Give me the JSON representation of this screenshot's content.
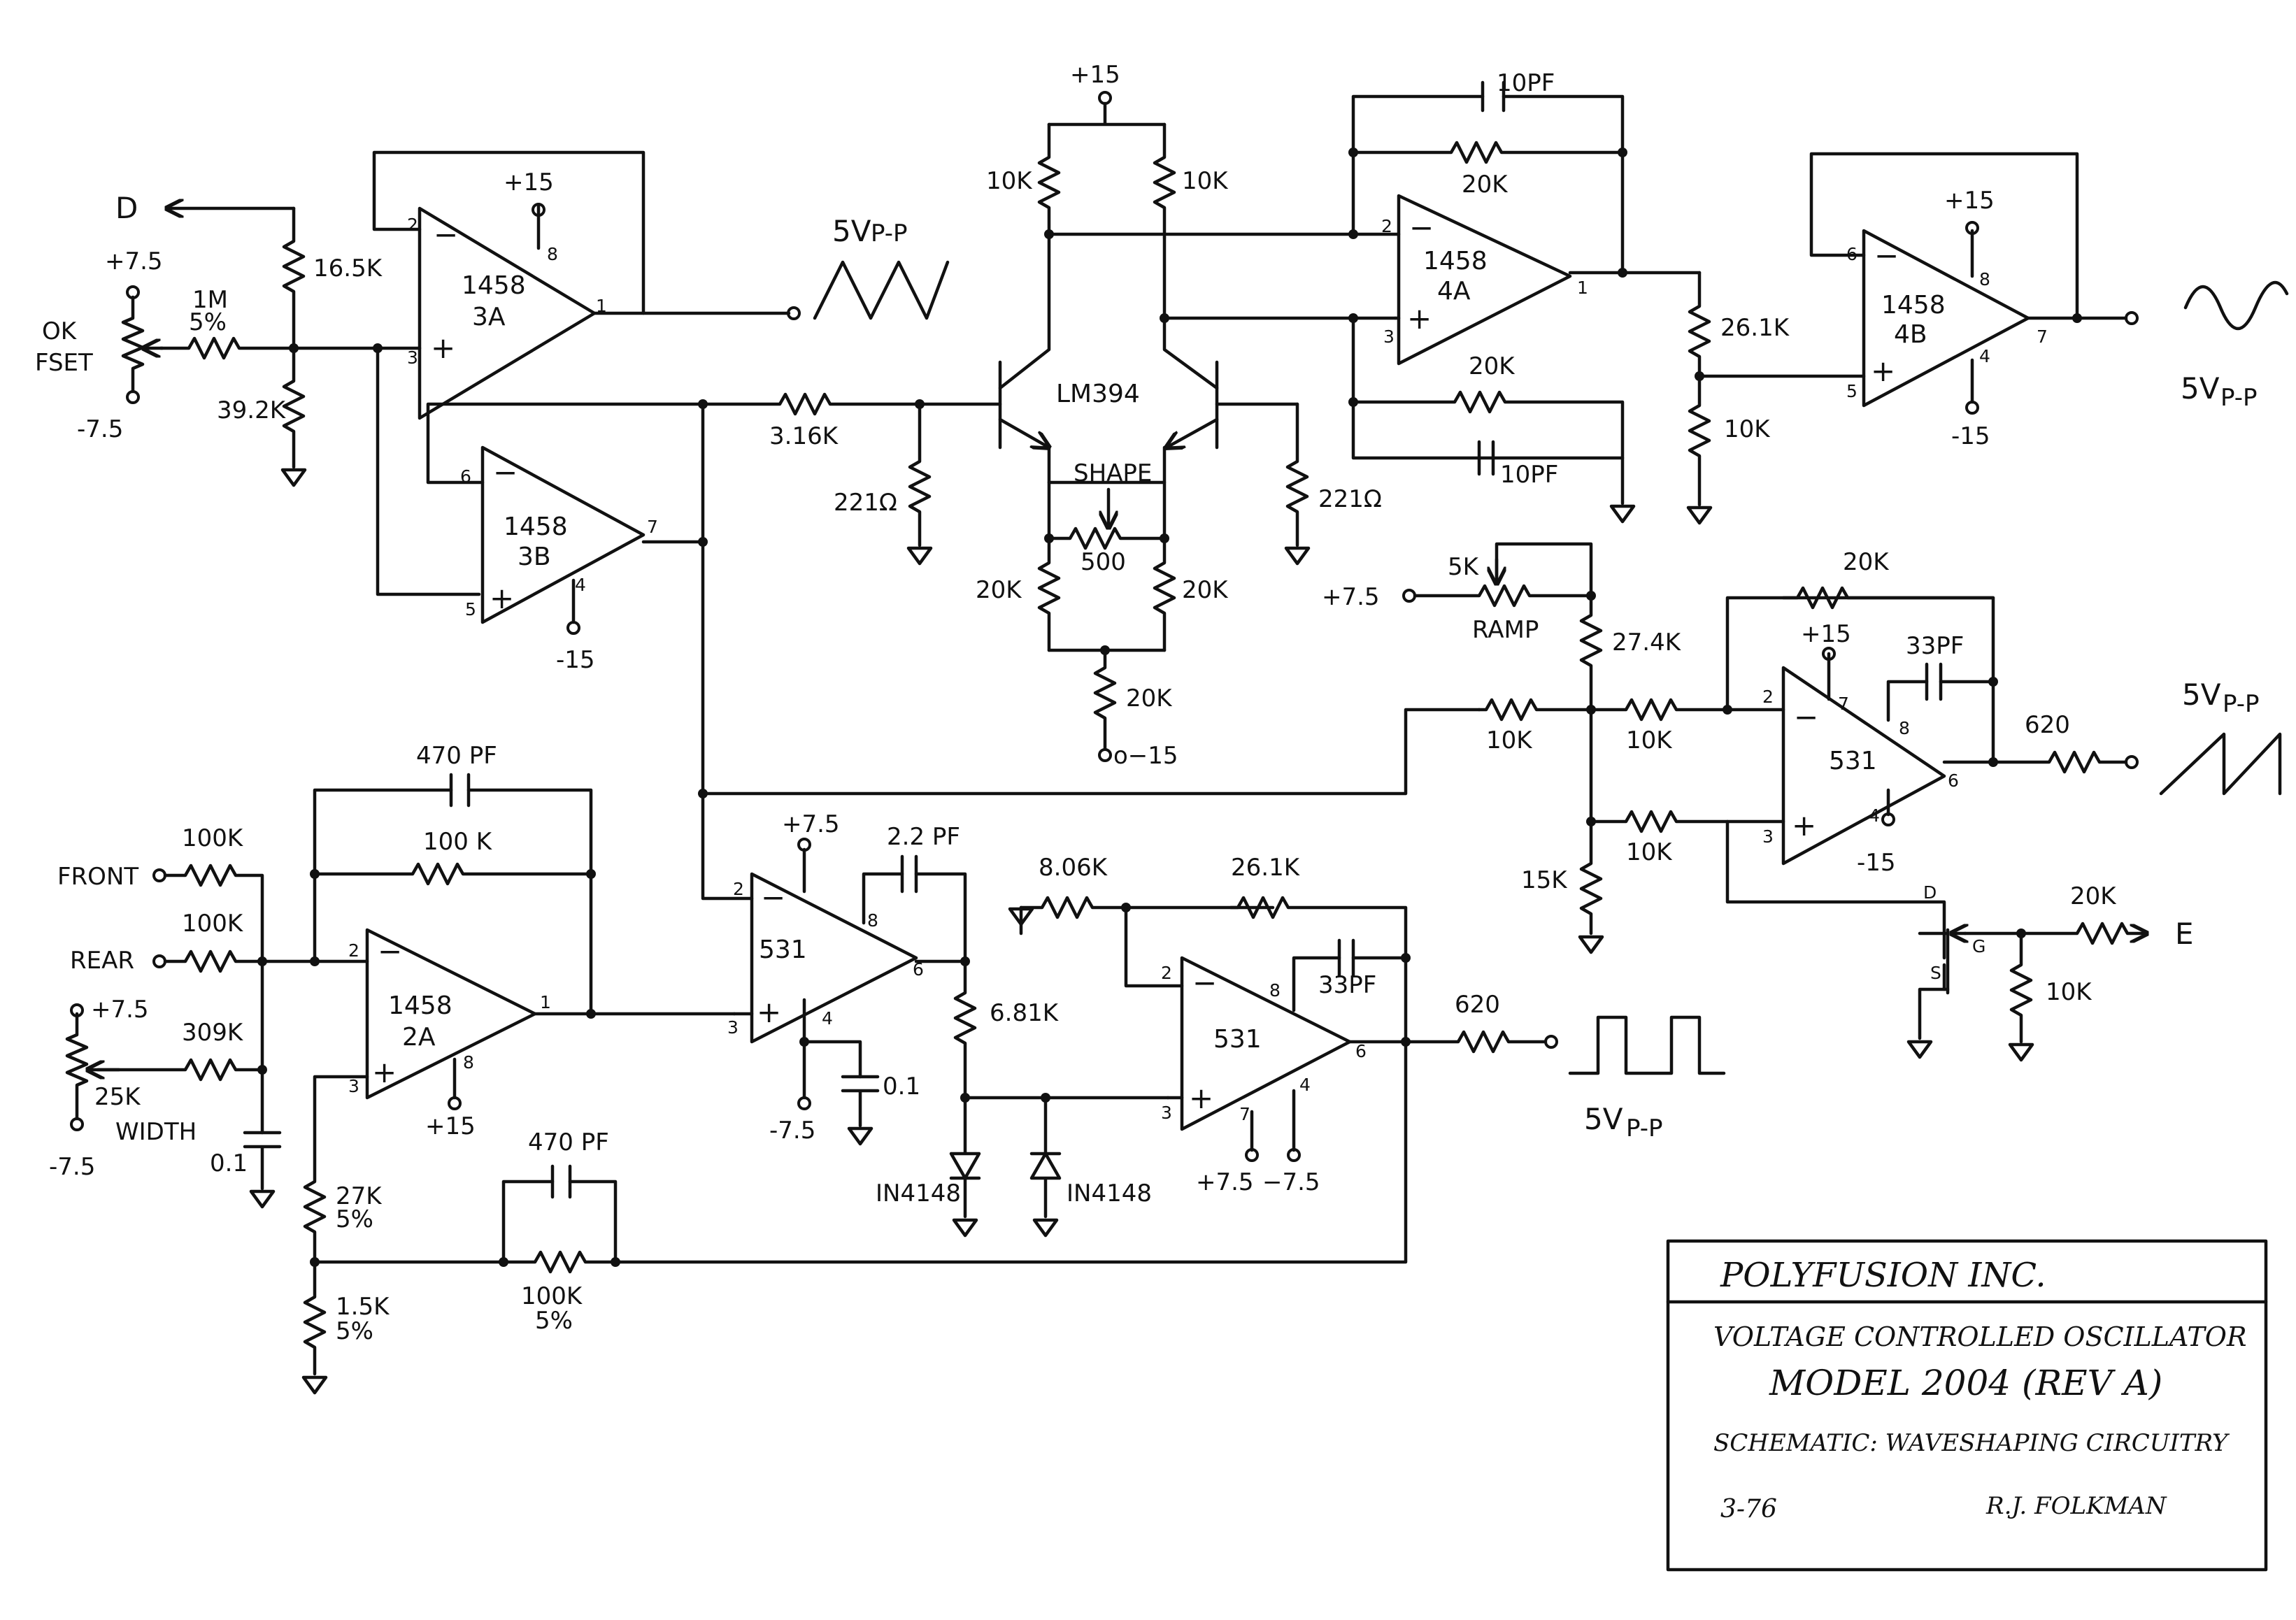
{
  "opamps": [
    {
      "id": "3A",
      "part": "1458",
      "unit": "3A"
    },
    {
      "id": "3B",
      "part": "1458",
      "unit": "3B"
    },
    {
      "id": "4A",
      "part": "1458",
      "unit": "4A"
    },
    {
      "id": "4B",
      "part": "1458",
      "unit": "4B"
    },
    {
      "id": "2A",
      "part": "1458",
      "unit": "2A"
    },
    {
      "id": "u531a",
      "part": "531"
    },
    {
      "id": "u531b",
      "part": "531"
    },
    {
      "id": "u531c",
      "part": "531"
    }
  ],
  "pins": {
    "p1": "1",
    "p2": "2",
    "p3": "3",
    "p4": "4",
    "p5": "5",
    "p6": "6",
    "p7": "7",
    "p8": "8",
    "plus": "+",
    "minus": "−",
    "d": "D",
    "s": "S",
    "g": "G"
  },
  "supplies": {
    "p15": "+15",
    "m15": "-15",
    "p75": "+7.5",
    "m75": "-7.5",
    "m75b": "−7.5",
    "m15b": "o−15"
  },
  "components": {
    "r16_5k": "16.5K",
    "r1m": "1M",
    "r1m_tol": "5%",
    "r39_2k": "39.2K",
    "pot_offset_a": "OK",
    "pot_offset_b": "FSET",
    "r10k_a": "10K",
    "r10k_b": "10K",
    "r3_16k": "3.16K",
    "r221a": "221Ω",
    "r221b": "221Ω",
    "shape_label": "SHAPE",
    "pot500": "500",
    "r20k_a": "20K",
    "r20k_b": "20K",
    "r20k_c": "20K",
    "transistor": "LM394",
    "c10pf_a": "10PF",
    "r20k_fb": "20K",
    "r20k_in": "20K",
    "c10pf_b": "10PF",
    "r26_1k_a": "26.1K",
    "r10k_c": "10K",
    "pot5k": "5K",
    "ramp_label": "RAMP",
    "r27_4k": "27.4K",
    "r10k_d": "10K",
    "r10k_e": "10K",
    "r10k_f": "10K",
    "r15k": "15K",
    "r20k_top": "20K",
    "c33pf_a": "33PF",
    "r620_a": "620",
    "r20k_e": "20K",
    "r10k_g": "10K",
    "c470pf_a": "470 PF",
    "r100k_fb": "100 K",
    "front": "FRONT",
    "rear": "REAR",
    "r100k_f": "100K",
    "r100k_r": "100K",
    "r309k": "309K",
    "pot25k": "25K",
    "width": "WIDTH",
    "c01_a": "0.1",
    "r27k": "27K",
    "r27k_tol": "5%",
    "r1_5k": "1.5K",
    "r1_5k_tol": "5%",
    "c470pf_b": "470 PF",
    "r100k_b": "100K",
    "r100k_b_tol": "5%",
    "c2_2pf": "2.2 PF",
    "c01_b": "0.1",
    "r6_81k": "6.81K",
    "d1": "IN4148",
    "d2": "IN4148",
    "r8_06k": "8.06K",
    "r26_1k_b": "26.1K",
    "c33pf_b": "33PF",
    "r620_b": "620"
  },
  "signals": {
    "D": "D",
    "E": "E",
    "tri": "5Vp-p",
    "sine": "5Vp-p",
    "saw": "5Vp-p",
    "pulse": "5Vp-p",
    "tri_main": "5V",
    "tri_sub": "P-P",
    "sine_main": "5V",
    "sine_sub": "P-P",
    "saw_main": "5V",
    "saw_sub": "P-P",
    "pulse_main": "5V",
    "pulse_sub": "P-P"
  },
  "title_block": {
    "company": "POLYFUSION INC.",
    "product": "VOLTAGE CONTROLLED OSCILLATOR",
    "model": "MODEL 2004 (REV A)",
    "sheet": "SCHEMATIC: WAVESHAPING CIRCUITRY",
    "date": "3-76",
    "author": "R.J. FOLKMAN"
  }
}
